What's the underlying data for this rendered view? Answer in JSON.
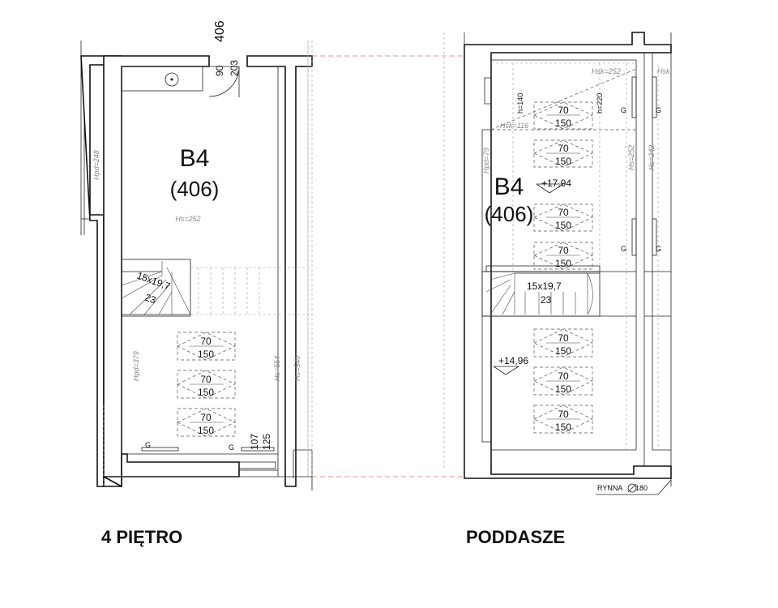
{
  "captions": {
    "left": "4 PIĘTRO",
    "right": "PODDASZE"
  },
  "left_plan": {
    "room_name": "B4",
    "room_number": "(406)",
    "hs": "Hs=252",
    "hpd_outer": "Hpd=248",
    "hpd_room": "Hpd=379",
    "hs_right1": "Hs=554",
    "hs_right2": "Hs=540",
    "stairs": "15x19,7",
    "stairs_count": "23",
    "door_label": "406",
    "door_w": "90",
    "door_h": "203",
    "window_w": "107",
    "window_h": "125",
    "radiator_g1": "G",
    "radiator_g2": "G",
    "windows": [
      {
        "w": "70",
        "h": "150"
      },
      {
        "w": "70",
        "h": "150"
      },
      {
        "w": "70",
        "h": "150"
      }
    ]
  },
  "right_plan": {
    "room_name": "B4",
    "room_number": "(406)",
    "level_upper": "+17,94",
    "level_lower": "+14,96",
    "hsk1": "Hsk=252",
    "hsk2": "Hsk=116",
    "hsk_cut": "Hsk",
    "hpd": "Hpd=79",
    "hs1": "Hs=252",
    "hs2": "Hs=242",
    "h140": "h=140",
    "h220": "h=220",
    "stairs": "15x19,7",
    "stairs_count": "23",
    "gutter": "RYNNA ",
    "gutter_dia": "180",
    "g_labels": [
      "G",
      "G",
      "G",
      "G"
    ],
    "windows_upper": [
      {
        "w": "70",
        "h": "150"
      },
      {
        "w": "70",
        "h": "150"
      },
      {
        "w": "70",
        "h": "150"
      },
      {
        "w": "70",
        "h": "150"
      }
    ],
    "windows_lower": [
      {
        "w": "70",
        "h": "150"
      },
      {
        "w": "70",
        "h": "150"
      },
      {
        "w": "70",
        "h": "150"
      }
    ]
  }
}
